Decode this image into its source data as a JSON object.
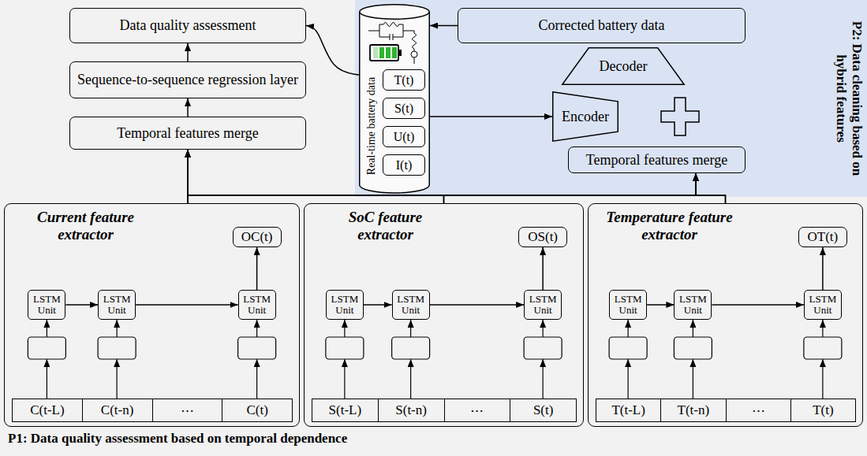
{
  "diagram": {
    "nodes": [
      {
        "text": [
          "Data quality assessment"
        ]
      },
      {
        "text": [
          "Sequence-to-sequence regression layer"
        ]
      },
      {
        "text": [
          "Temporal features merge"
        ]
      },
      {
        "text": [
          "P2: Data cleaning based on hybrid features"
        ]
      },
      {
        "text": [
          "Real-time battery data"
        ],
        "in": 3
      },
      {
        "text": [
          "T(t)"
        ],
        "in": 4
      },
      {
        "text": [
          "S(t)"
        ],
        "in": 4
      },
      {
        "text": [
          "U(t)"
        ],
        "in": 4
      },
      {
        "text": [
          "I(t)"
        ],
        "in": 4
      },
      {
        "text": [
          "Corrected battery data"
        ],
        "in": 3
      },
      {
        "text": [
          "Decoder"
        ],
        "in": 3
      },
      {
        "text": [
          "Encoder"
        ],
        "in": 3
      },
      {
        "text": [
          "Temporal features merge"
        ],
        "in": 3
      },
      {
        "text": [
          "Current feature extractor"
        ]
      },
      {
        "text": [
          "OC(t)"
        ],
        "in": 13
      },
      {
        "text": [
          "LSTM Unit"
        ],
        "in": 13
      },
      {
        "text": [
          "LSTM Unit"
        ],
        "in": 13
      },
      {
        "text": [
          "LSTM Unit"
        ],
        "in": 13
      },
      {
        "text": [
          "C(t-L)"
        ],
        "in": 13
      },
      {
        "text": [
          "C(t-n)"
        ],
        "in": 13
      },
      {
        "text": [
          "⋯"
        ],
        "in": 13
      },
      {
        "text": [
          "C(t)"
        ],
        "in": 13
      },
      {
        "text": [
          "SoC feature extractor"
        ]
      },
      {
        "text": [
          "OS(t)"
        ],
        "in": 22
      },
      {
        "text": [
          "LSTM Unit"
        ],
        "in": 22
      },
      {
        "text": [
          "LSTM Unit"
        ],
        "in": 22
      },
      {
        "text": [
          "LSTM Unit"
        ],
        "in": 22
      },
      {
        "text": [
          "S(t-L)"
        ],
        "in": 22
      },
      {
        "text": [
          "S(t-n)"
        ],
        "in": 22
      },
      {
        "text": [
          "⋯"
        ],
        "in": 22
      },
      {
        "text": [
          "S(t)"
        ],
        "in": 22
      },
      {
        "text": [
          "Temperature feature extractor"
        ]
      },
      {
        "text": [
          "OT(t)"
        ],
        "in": 31
      },
      {
        "text": [
          "LSTM Unit"
        ],
        "in": 31
      },
      {
        "text": [
          "LSTM Unit"
        ],
        "in": 31
      },
      {
        "text": [
          "LSTM Unit"
        ],
        "in": 31
      },
      {
        "text": [
          "T(t-L)"
        ],
        "in": 31
      },
      {
        "text": [
          "T(t-n)"
        ],
        "in": 31
      },
      {
        "text": [
          "⋯"
        ],
        "in": 31
      },
      {
        "text": [
          "T(t)"
        ],
        "in": 31
      }
    ],
    "edges": [
      {
        "from": 1,
        "to": 0,
        "arrow": "to"
      },
      {
        "from": 2,
        "to": 1,
        "arrow": "to"
      },
      {
        "from": 4,
        "to": 0,
        "arrow": "to"
      },
      {
        "from": 9,
        "to": 4,
        "arrow": "to"
      },
      {
        "from": 4,
        "to": 11,
        "arrow": "to"
      },
      {
        "from": 13,
        "to": 2,
        "arrow": "to"
      },
      {
        "from": 13,
        "to": 12,
        "arrow": "to"
      },
      {
        "from": 22,
        "to": 2,
        "arrow": "to"
      },
      {
        "from": 22,
        "to": 12,
        "arrow": "to"
      },
      {
        "from": 31,
        "to": 2,
        "arrow": "to"
      },
      {
        "from": 31,
        "to": 12,
        "arrow": "to"
      },
      {
        "from": 15,
        "to": 16,
        "arrow": "to"
      },
      {
        "from": 16,
        "to": 17,
        "arrow": "to"
      },
      {
        "from": 17,
        "to": 14,
        "arrow": "to"
      },
      {
        "from": 24,
        "to": 25,
        "arrow": "to"
      },
      {
        "from": 25,
        "to": 26,
        "arrow": "to"
      },
      {
        "from": 26,
        "to": 23,
        "arrow": "to"
      },
      {
        "from": 33,
        "to": 34,
        "arrow": "to"
      },
      {
        "from": 34,
        "to": 35,
        "arrow": "to"
      },
      {
        "from": 35,
        "to": 32,
        "arrow": "to"
      }
    ],
    "labels": [
      "P1: Data quality assessment based on temporal dependence"
    ]
  }
}
